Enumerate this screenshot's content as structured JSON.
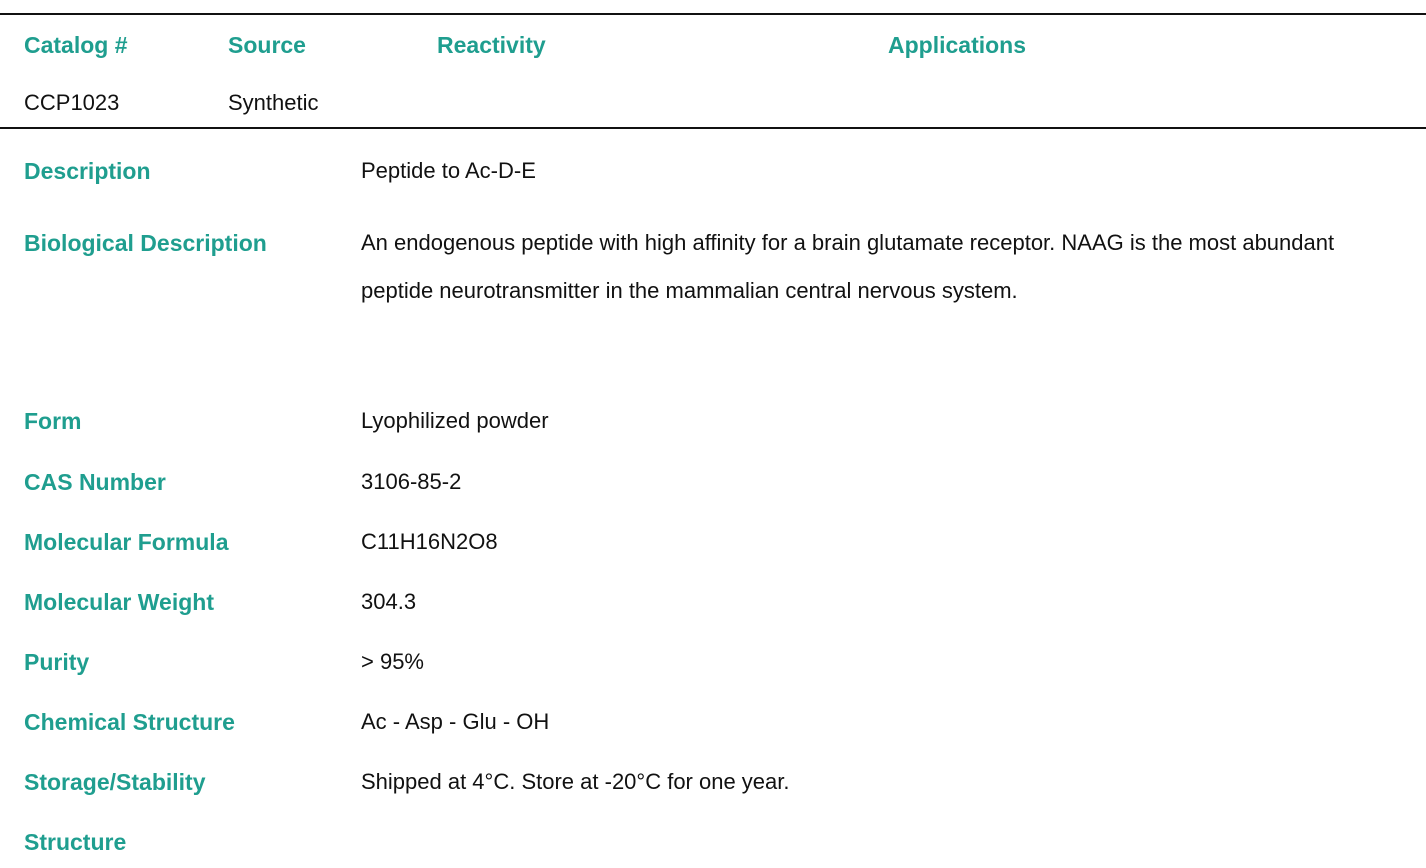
{
  "colors": {
    "label": "#1f9e8f",
    "text": "#111111",
    "rule": "#111111",
    "background": "#ffffff"
  },
  "top_table": {
    "headers": {
      "catalog": "Catalog #",
      "source": "Source",
      "reactivity": "Reactivity",
      "applications": "Applications"
    },
    "row": {
      "catalog": "CCP1023",
      "source": "Synthetic"
    }
  },
  "details": [
    {
      "label": "Description",
      "value": "Peptide to Ac-D-E"
    },
    {
      "label": "Biological Description",
      "value": "An endogenous peptide with high affinity for a brain glutamate receptor. NAAG is the most abundant peptide neurotransmitter in the mammalian central nervous system."
    },
    {
      "label": "Form",
      "value": "Lyophilized powder"
    },
    {
      "label": "CAS Number",
      "value": "3106-85-2"
    },
    {
      "label": "Molecular Formula",
      "value": "C11H16N2O8"
    },
    {
      "label": "Molecular Weight",
      "value": "304.3"
    },
    {
      "label": "Purity",
      "value": "> 95%"
    },
    {
      "label": "Chemical Structure",
      "value": "Ac - Asp - Glu - OH"
    },
    {
      "label": "Storage/Stability",
      "value": "Shipped at 4°C. Store at -20°C for one year."
    },
    {
      "label": "Structure",
      "value": ""
    }
  ]
}
